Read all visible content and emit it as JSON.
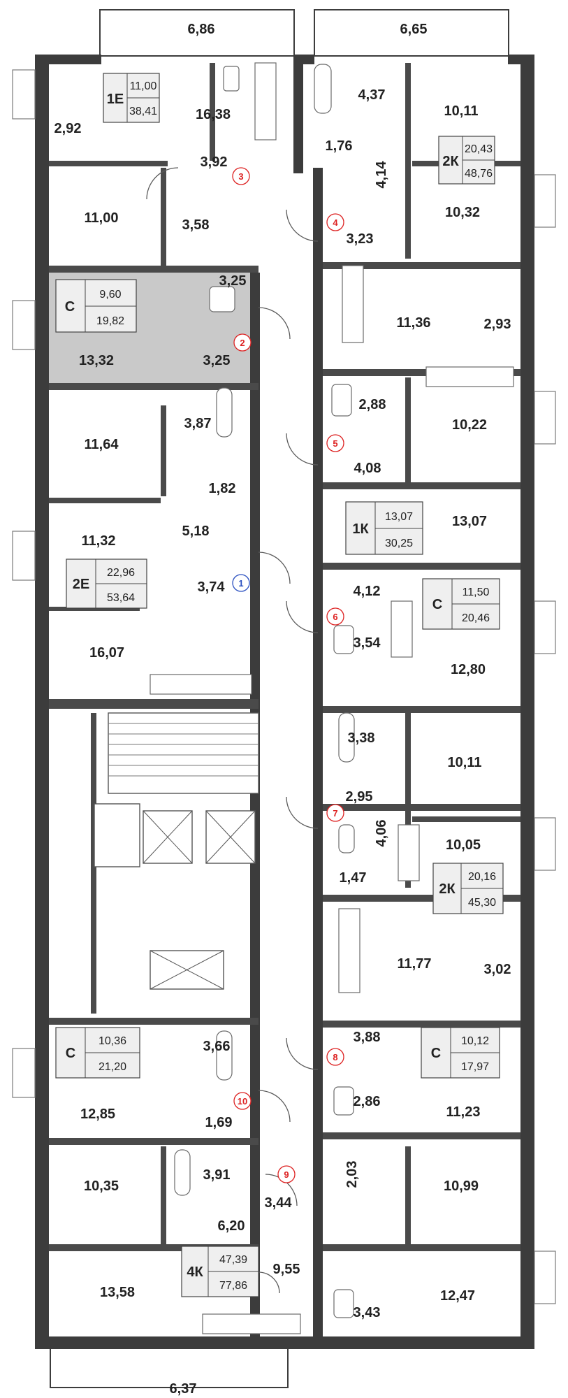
{
  "plan": {
    "room_areas": [
      "6,86",
      "6,65",
      "2,92",
      "16,38",
      "4,37",
      "10,11",
      "3,92",
      "1,76",
      "4,14",
      "10,32",
      "11,00",
      "3,58",
      "3,23",
      "3,25",
      "11,36",
      "2,93",
      "13,32",
      "3,25",
      "2,88",
      "10,22",
      "11,64",
      "3,87",
      "4,08",
      "1,82",
      "5,18",
      "13,07",
      "11,32",
      "3,74",
      "4,12",
      "16,07",
      "3,54",
      "12,80",
      "3,38",
      "10,11",
      "2,95",
      "4,06",
      "10,05",
      "1,47",
      "11,77",
      "3,02",
      "3,66",
      "3,88",
      "12,85",
      "1,69",
      "2,86",
      "11,23",
      "10,35",
      "3,91",
      "3,44",
      "2,03",
      "10,99",
      "6,20",
      "9,55",
      "13,58",
      "12,47",
      "3,43",
      "6,37"
    ],
    "entrance_numbers": [
      "1",
      "2",
      "3",
      "4",
      "5",
      "6",
      "7",
      "8",
      "9",
      "10"
    ],
    "apartments": [
      {
        "type": "1Е",
        "living": "11,00",
        "total": "38,41"
      },
      {
        "type": "2К",
        "living": "20,43",
        "total": "48,76"
      },
      {
        "type": "С",
        "living": "9,60",
        "total": "19,82"
      },
      {
        "type": "1К",
        "living": "13,07",
        "total": "30,25"
      },
      {
        "type": "2Е",
        "living": "22,96",
        "total": "53,64"
      },
      {
        "type": "С",
        "living": "11,50",
        "total": "20,46"
      },
      {
        "type": "2К",
        "living": "20,16",
        "total": "45,30"
      },
      {
        "type": "С",
        "living": "10,36",
        "total": "21,20"
      },
      {
        "type": "С",
        "living": "10,12",
        "total": "17,97"
      },
      {
        "type": "4К",
        "living": "47,39",
        "total": "77,86"
      }
    ],
    "colors": {
      "wall": "#3c3c3c",
      "highlight": "#c9c9c9",
      "entrance_ring": "#dd2222",
      "entrance_one": "#2a4fc0"
    }
  }
}
